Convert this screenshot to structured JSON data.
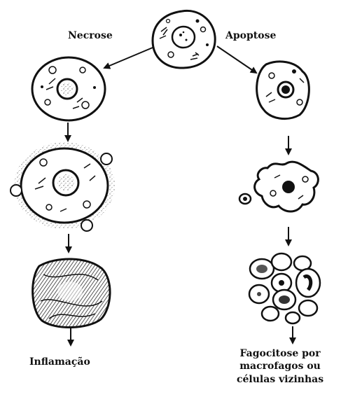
{
  "labels": {
    "necrose": "Necrose",
    "apoptose": "Apoptose",
    "inflamacao": "Inflamação",
    "fagocitose_line1": "Fagocitose por",
    "fagocitose_line2": "macrofagos ou",
    "fagocitose_line3": "células vizinhas"
  },
  "colors": {
    "ink": "#111111",
    "background": "#ffffff"
  },
  "icons": [
    "normal-cell-icon",
    "swollen-cell-icon",
    "ruptured-cell-icon",
    "necrotic-mass-icon",
    "shrunken-cell-icon",
    "blebbing-cell-icon",
    "apoptotic-bodies-icon"
  ]
}
